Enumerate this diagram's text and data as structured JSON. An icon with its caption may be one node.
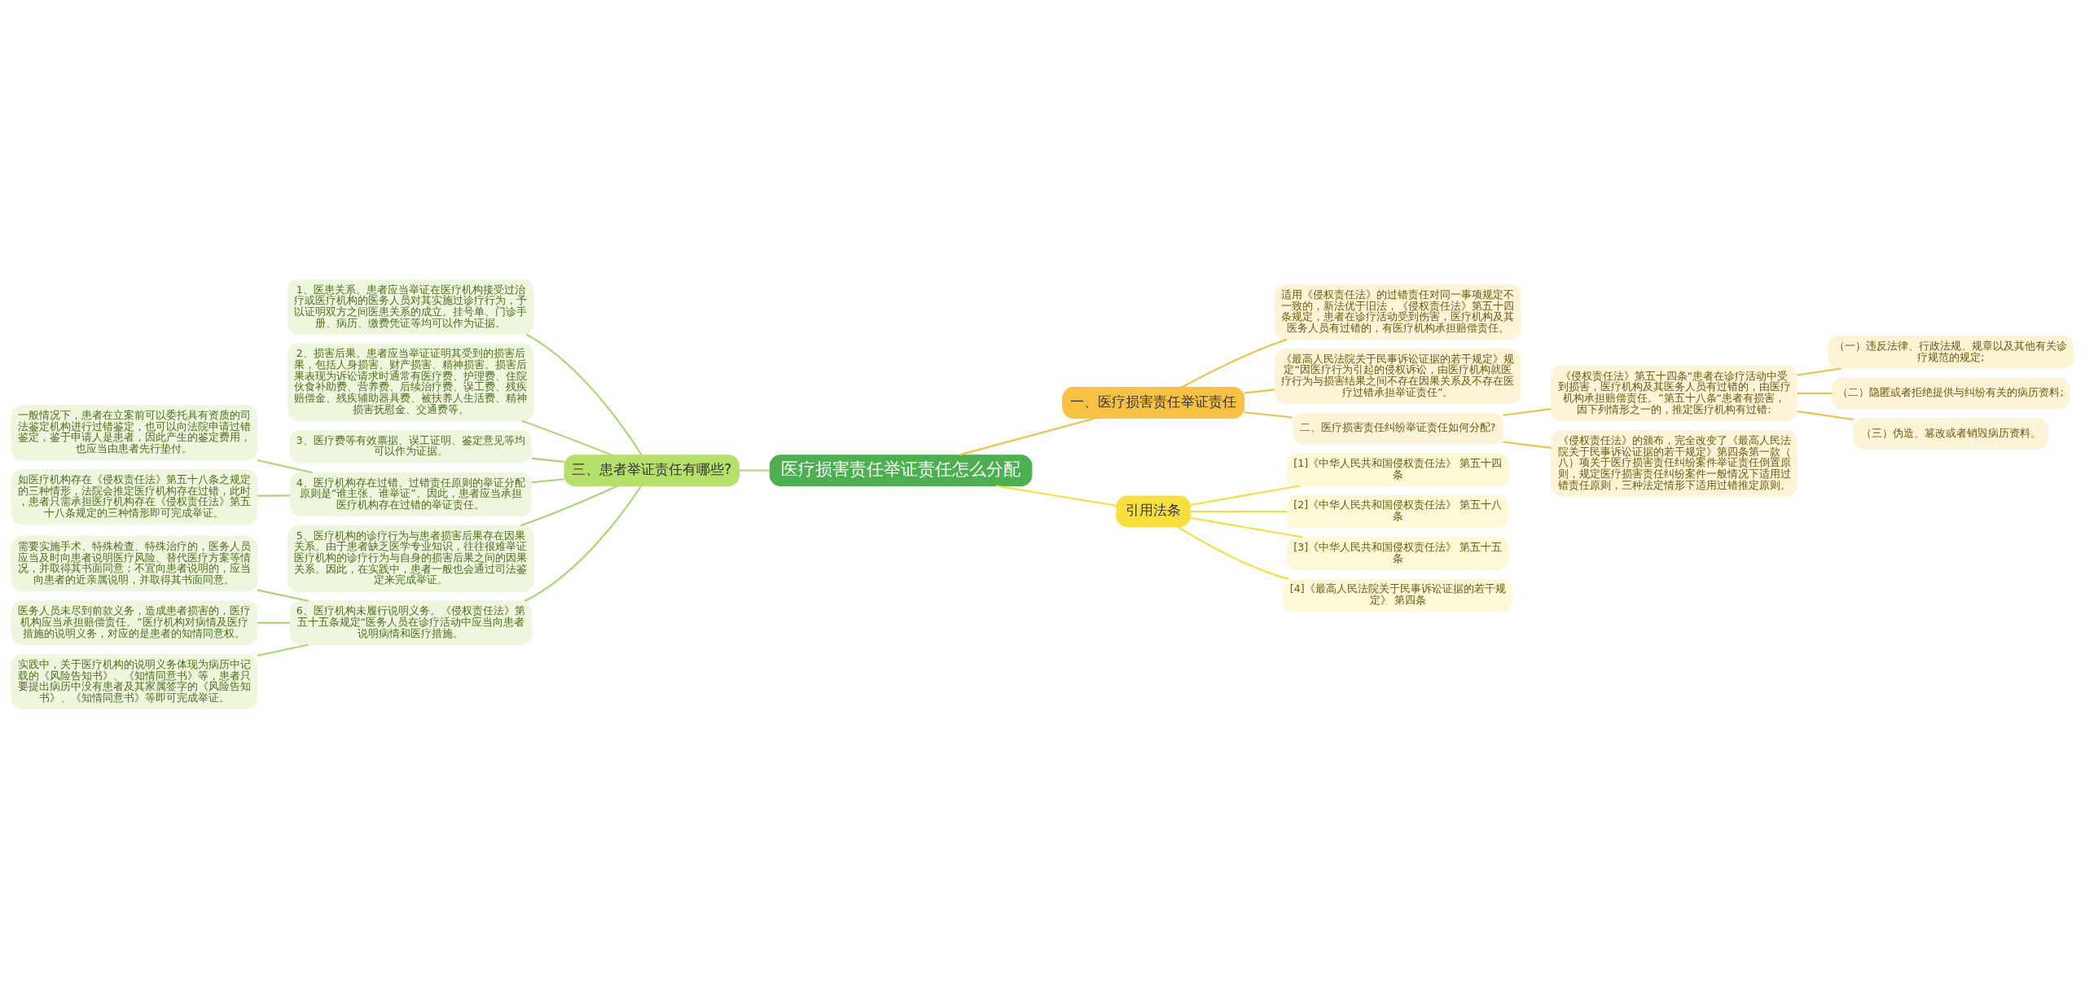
{
  "diagram": {
    "nodes": [
      {
        "text": [
          "医疗损害责任举证责任怎么分配"
        ]
      },
      {
        "text": [
          "一、医疗损害责任举证责任"
        ]
      },
      {
        "text": [
          "适用《侵权责任法》的过错责任对同一事项规定不一致的，新法优于旧法，《侵权责任法》第五十四条规定，患者在诊疗活动受到伤害，医疗机构及其医务人员有过错的，有医疗机构承担赔偿责任。"
        ]
      },
      {
        "text": [
          "《最高人民法院关于民事诉讼证据的若干规定》规定“因医疗行为引起的侵权诉讼，由医疗机构就医疗行为与损害结果之间不存在因果关系及不存在医疗过错承担举证责任”。"
        ]
      },
      {
        "text": [
          "二、医疗损害责任纠纷举证责任如何分配?"
        ]
      },
      {
        "text": [
          "《侵权责任法》第五十四条“患者在诊疗活动中受到损害，医疗机构及其医务人员有过错的，由医疗机构承担赔偿责任。”第五十八条“患者有损害，因下列情形之一的，推定医疗机构有过错:"
        ]
      },
      {
        "text": [
          "（一）违反法律、行政法规、规章以及其他有关诊疗规范的规定;"
        ]
      },
      {
        "text": [
          "（二）隐匿或者拒绝提供与纠纷有关的病历资料;"
        ]
      },
      {
        "text": [
          "（三）伪造、篡改或者销毁病历资料。"
        ]
      },
      {
        "text": [
          "《侵权责任法》的颁布，完全改变了《最高人民法院关于民事诉讼证据的若干规定》第四条第一款（八）项关于医疗损害责任纠纷案件举证责任倒置原则，规定医疗损害责任纠纷案件一般情况下适用过错责任原则，三种法定情形下适用过错推定原则。"
        ]
      },
      {
        "text": [
          "引用法条"
        ]
      },
      {
        "text": [
          "[1]《中华人民共和国侵权责任法》 第五十四条"
        ]
      },
      {
        "text": [
          "[2]《中华人民共和国侵权责任法》 第五十八条"
        ]
      },
      {
        "text": [
          "[3]《中华人民共和国侵权责任法》 第五十五条"
        ]
      },
      {
        "text": [
          "[4]《最高人民法院关于民事诉讼证据的若干规定》 第四条"
        ]
      },
      {
        "text": [
          "三、患者举证责任有哪些?"
        ]
      },
      {
        "text": [
          "1、医患关系。患者应当举证在医疗机构接受过治疗或医疗机构的医务人员对其实施过诊疗行为，予以证明双方之间医患关系的成立。挂号单、门诊手册、病历、缴费凭证等均可以作为证据。"
        ]
      },
      {
        "text": [
          "2、损害后果。患者应当举证证明其受到的损害后果，包括人身损害、财产损害、精神损害。损害后果表现为诉讼请求时通常有医疗费、护理费、住院伙食补助费、营养费、后续治疗费、误工费、残疾赔偿金、残疾辅助器具费、被扶养人生活费、精神损害抚慰金、交通费等。"
        ]
      },
      {
        "text": [
          "3、医疗费等有效票据、误工证明、鉴定意见等均可以作为证据。"
        ]
      },
      {
        "text": [
          "4、医疗机构存在过错。过错责任原则的举证分配原则是“谁主张、谁举证”。因此，患者应当承担医疗机构存在过错的举证责任。"
        ]
      },
      {
        "text": [
          "一般情况下，患者在立案前可以委托具有资质的司法鉴定机构进行过错鉴定，也可以向法院申请过错鉴定，鉴于申请人是患者，因此产生的鉴定费用，也应当由患者先行垫付。"
        ]
      },
      {
        "text": [
          "如医疗机构存在《侵权责任法》第五十八条之规定的三种情形，法院会推定医疗机构存在过错，此时，患者只需承担医疗机构存在《侵权责任法》第五十八条规定的三种情形即可完成举证。"
        ]
      },
      {
        "text": [
          "5、医疗机构的诊疗行为与患者损害后果存在因果关系。由于患者缺乏医学专业知识，往往很难举证医疗机构的诊疗行为与自身的损害后果之间的因果关系。因此，在实践中，患者一般也会通过司法鉴定来完成举证。"
        ]
      },
      {
        "text": [
          "6、医疗机构未履行说明义务。《侵权责任法》第五十五条规定“医务人员在诊疗活动中应当向患者说明病情和医疗措施。"
        ]
      },
      {
        "text": [
          "需要实施手术、特殊检查、特殊治疗的，医务人员应当及时向患者说明医疗风险、替代医疗方案等情况，并取得其书面同意；不宜向患者说明的，应当向患者的近亲属说明，并取得其书面同意。"
        ]
      },
      {
        "text": [
          "医务人员未尽到前款义务，造成患者损害的，医疗机构应当承担赔偿责任。”医疗机构对病情及医疗措施的说明义务，对应的是患者的知情同意权。"
        ]
      },
      {
        "text": [
          "实践中，关于医疗机构的说明义务体现为病历中记载的《风险告知书》、《知情同意书》等，患者只要提出病历中没有患者及其家属签字的《风险告知书》、《知情同意书》等即可完成举证。"
        ]
      }
    ],
    "edges": [
      {
        "from": 0,
        "to": 1,
        "arrow": "none",
        "color": "#f0c040"
      },
      {
        "from": 1,
        "to": 2,
        "arrow": "none",
        "color": "#f0c040"
      },
      {
        "from": 1,
        "to": 3,
        "arrow": "none",
        "color": "#f0c040"
      },
      {
        "from": 1,
        "to": 4,
        "arrow": "none",
        "color": "#f0c040"
      },
      {
        "from": 4,
        "to": 5,
        "arrow": "none",
        "color": "#f0c040"
      },
      {
        "from": 5,
        "to": 6,
        "arrow": "none",
        "color": "#f0c040"
      },
      {
        "from": 5,
        "to": 7,
        "arrow": "none",
        "color": "#f0c040"
      },
      {
        "from": 5,
        "to": 8,
        "arrow": "none",
        "color": "#f0c040"
      },
      {
        "from": 4,
        "to": 9,
        "arrow": "none",
        "color": "#f0c040"
      },
      {
        "from": 0,
        "to": 10,
        "arrow": "none",
        "color": "#f5e030"
      },
      {
        "from": 10,
        "to": 11,
        "arrow": "none",
        "color": "#f5e030"
      },
      {
        "from": 10,
        "to": 12,
        "arrow": "none",
        "color": "#f5e030"
      },
      {
        "from": 10,
        "to": 13,
        "arrow": "none",
        "color": "#f5e030"
      },
      {
        "from": 10,
        "to": 14,
        "arrow": "none",
        "color": "#f5e030"
      },
      {
        "from": 0,
        "to": 15,
        "arrow": "none"
      },
      {
        "from": 15,
        "to": 16,
        "arrow": "none"
      },
      {
        "from": 15,
        "to": 17,
        "arrow": "none"
      },
      {
        "from": 15,
        "to": 18,
        "arrow": "none"
      },
      {
        "from": 15,
        "to": 19,
        "arrow": "none"
      },
      {
        "from": 19,
        "to": 20,
        "arrow": "none"
      },
      {
        "from": 19,
        "to": 21,
        "arrow": "none"
      },
      {
        "from": 15,
        "to": 22,
        "arrow": "none"
      },
      {
        "from": 15,
        "to": 23,
        "arrow": "none"
      },
      {
        "from": 23,
        "to": 24,
        "arrow": "none"
      },
      {
        "from": 23,
        "to": 25,
        "arrow": "none"
      },
      {
        "from": 23,
        "to": 26,
        "arrow": "none"
      }
    ]
  }
}
